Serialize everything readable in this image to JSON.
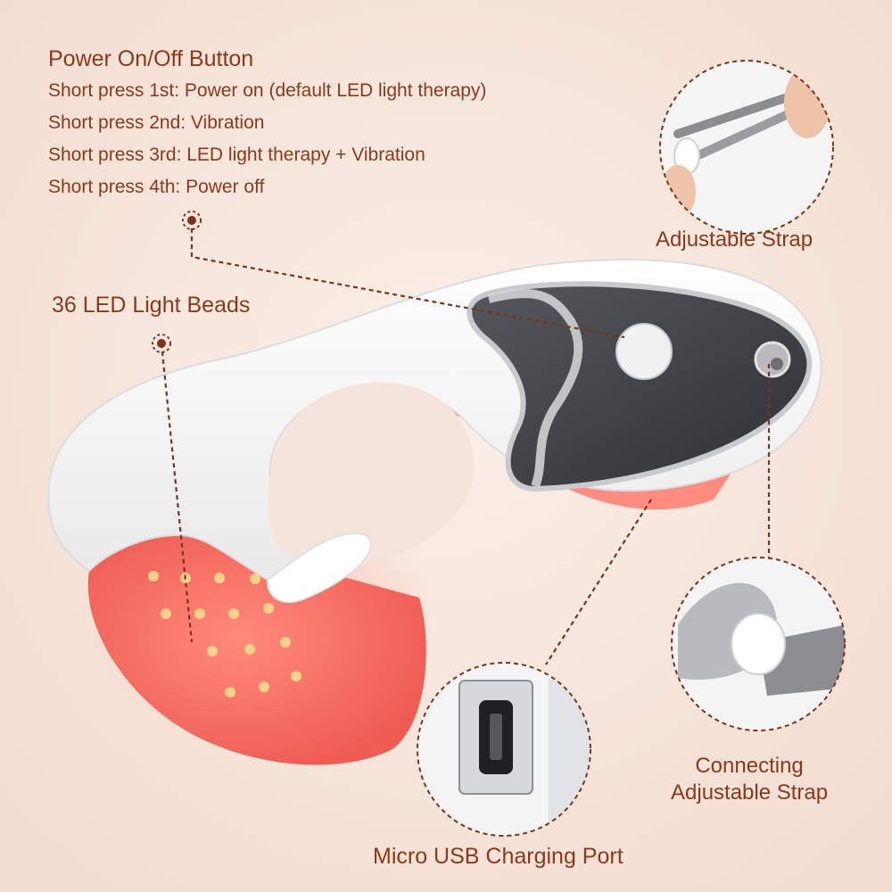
{
  "power_button": {
    "title": "Power On/Off Button",
    "lines": [
      "Short press 1st: Power on (default LED light therapy)",
      "Short press 2nd: Vibration",
      "Short press 3rd: LED light therapy + Vibration",
      "Short press 4th: Power off"
    ]
  },
  "led_beads": {
    "label": "36 LED Light Beads"
  },
  "strap": {
    "label": "Adjustable Strap"
  },
  "connecting_strap": {
    "line1": "Connecting",
    "line2": "Adjustable Strap"
  },
  "usb_port": {
    "label": "Micro USB Charging Port"
  },
  "colors": {
    "background": "#f6e6dc",
    "label_text": "#8a3a1a",
    "leader_line": "#7a3418",
    "led_red": "#ff6b5e",
    "device_white": "#f7f7f7",
    "control_panel": "#3d3f44"
  },
  "icons": [
    "device-image",
    "power-button-icon",
    "strap-hole-icon",
    "usb-port-icon"
  ]
}
